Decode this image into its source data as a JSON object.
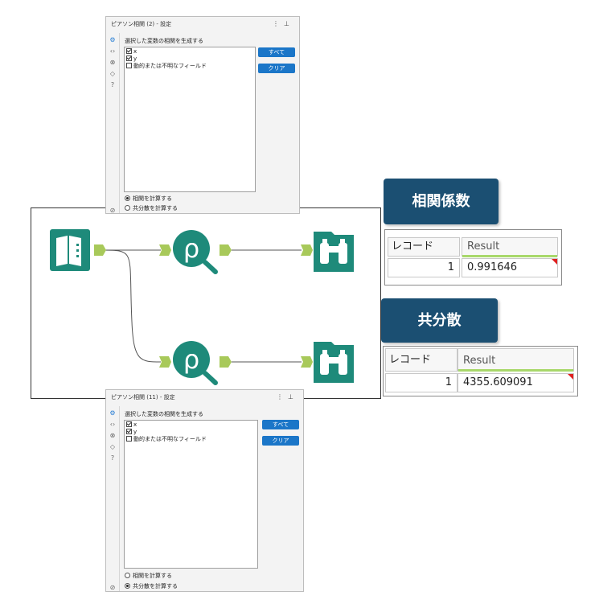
{
  "panel_top": {
    "title": "ピアソン相関 (2) - 設定",
    "heading": "選択した変数の相関を生成する",
    "fields": [
      {
        "label": "x",
        "checked": true
      },
      {
        "label": "y",
        "checked": true
      },
      {
        "label": "動的または不明なフィールド",
        "checked": false
      }
    ],
    "all_button": "すべて",
    "clear_button": "クリア",
    "options": [
      {
        "label": "相関を計算する",
        "selected": true
      },
      {
        "label": "共分散を計算する",
        "selected": false
      }
    ]
  },
  "panel_bottom": {
    "title": "ピアソン相関 (11) - 設定",
    "heading": "選択した変数の相関を生成する",
    "fields": [
      {
        "label": "x",
        "checked": true
      },
      {
        "label": "y",
        "checked": true
      },
      {
        "label": "動的または不明なフィールド",
        "checked": false
      }
    ],
    "all_button": "すべて",
    "clear_button": "クリア",
    "options": [
      {
        "label": "相関を計算する",
        "selected": false
      },
      {
        "label": "共分散を計算する",
        "selected": true
      }
    ]
  },
  "label_correlation": "相関係数",
  "label_covariance": "共分散",
  "result_top": {
    "col_record": "レコード",
    "col_result": "Result",
    "row_num": "1",
    "value": "0.991646"
  },
  "result_bottom": {
    "col_record": "レコード",
    "col_result": "Result",
    "row_num": "1",
    "value": "4355.609091"
  },
  "colors": {
    "tool_teal": "#1e8a7a",
    "anchor_green": "#a8c95a",
    "navy": "#1b4f72",
    "button_blue": "#1b76c8"
  },
  "icons": [
    "book-input-icon",
    "pearson-rho-icon",
    "binoculars-browse-icon",
    "gear-icon",
    "code-icon",
    "close-circle-icon",
    "tag-icon",
    "help-icon",
    "more-vert-icon",
    "pin-icon"
  ]
}
